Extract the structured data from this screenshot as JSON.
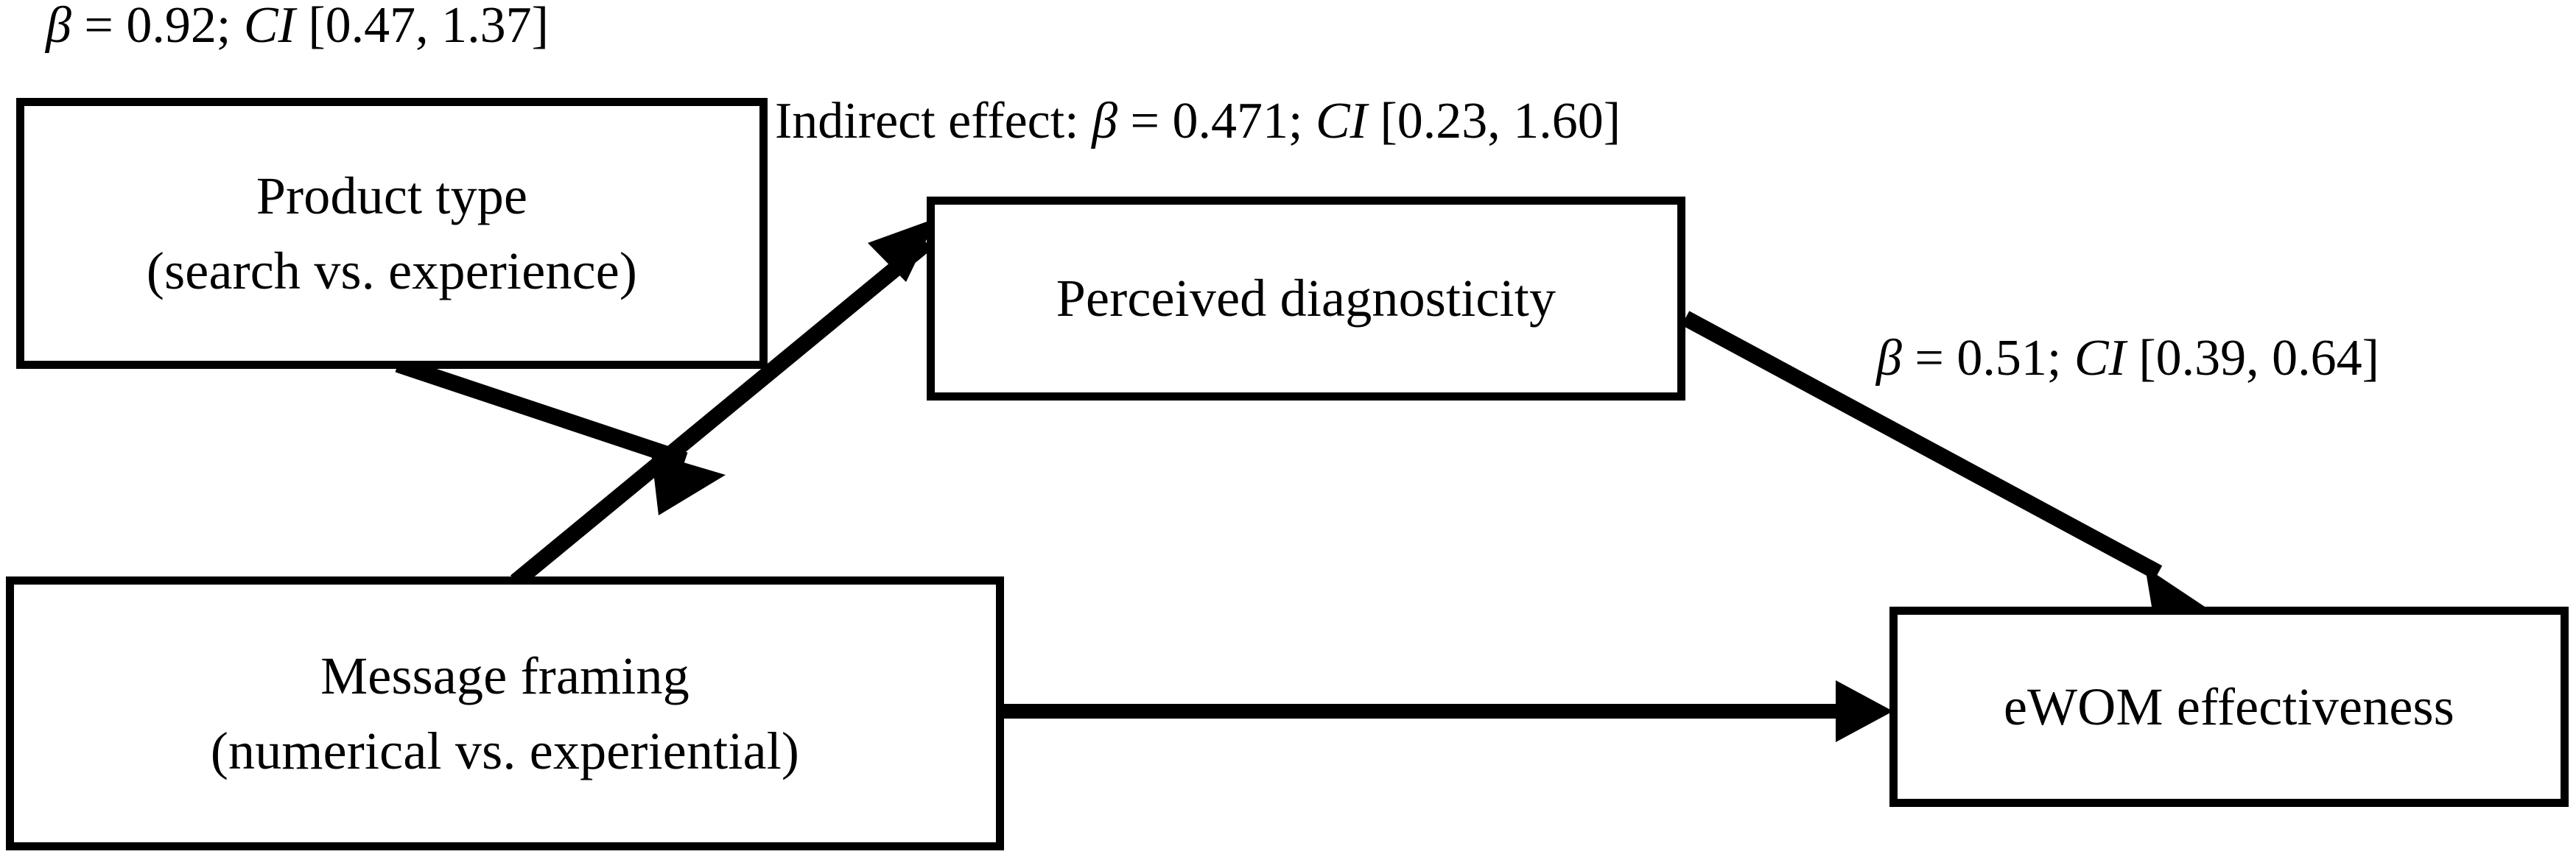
{
  "diagram": {
    "title": "Moderated mediation conceptual model",
    "type": "path-diagram",
    "background_color": "#ffffff",
    "stroke_color": "#000000",
    "nodes": [
      {
        "id": "product-type",
        "line1": "Product type",
        "line2": "(search vs. experience)"
      },
      {
        "id": "perceived-diagnosticity",
        "line1": "Perceived diagnosticity",
        "line2": ""
      },
      {
        "id": "message-framing",
        "line1": "Message framing",
        "line2": "(numerical vs. experiential)"
      },
      {
        "id": "ewom-effectiveness",
        "line1": "eWOM effectiveness",
        "line2": ""
      }
    ],
    "labels": {
      "moderation_path": {
        "beta_symbol": "β",
        "equals": " = ",
        "beta_value": "0.92",
        "separator": "; ",
        "ci_symbol": "CI",
        "ci_interval": " [0.47, 1.37]",
        "full": "β = 0.92; CI [0.47, 1.37]"
      },
      "indirect_effect": {
        "prefix": "Indirect effect: ",
        "beta_symbol": "β",
        "equals": " = ",
        "beta_value": "0.471",
        "separator": "; ",
        "ci_symbol": "CI",
        "ci_interval": " [0.23, 1.60]",
        "full": "Indirect effect: β = 0.471; CI [0.23, 1.60]"
      },
      "b_path": {
        "beta_symbol": "β",
        "equals": " = ",
        "beta_value": "0.51",
        "separator": "; ",
        "ci_symbol": "CI",
        "ci_interval": " [0.39, 0.64]",
        "full": "β = 0.51; CI [0.39, 0.64]"
      }
    },
    "edges": [
      {
        "id": "moderator-arrow",
        "from": "product-type",
        "to": "message-framing-to-perceived-diagnosticity-path",
        "style": "solid-arrow"
      },
      {
        "id": "a-path-arrow",
        "from": "message-framing",
        "to": "perceived-diagnosticity",
        "style": "solid-arrow"
      },
      {
        "id": "b-path-arrow",
        "from": "perceived-diagnosticity",
        "to": "ewom-effectiveness",
        "style": "solid-arrow"
      },
      {
        "id": "direct-path-arrow",
        "from": "message-framing",
        "to": "ewom-effectiveness",
        "style": "solid-arrow"
      }
    ]
  }
}
